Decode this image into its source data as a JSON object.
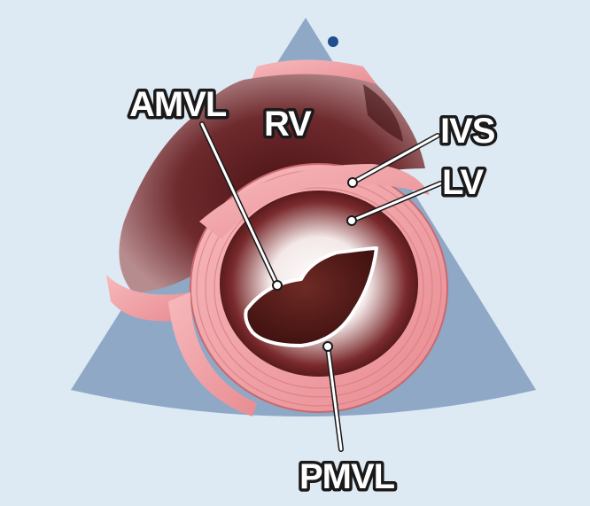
{
  "labels": {
    "rv": "RV",
    "amvl": "AMVL",
    "ivs": "IVS",
    "lv": "LV",
    "pmvl": "PMVL"
  },
  "colors": {
    "background": "#dde9f3",
    "sector": "#8fa8c6",
    "myocardium": "#eea0a5",
    "cavity": "#5a1a1c",
    "orientation_marker": "#1f4f8f"
  }
}
